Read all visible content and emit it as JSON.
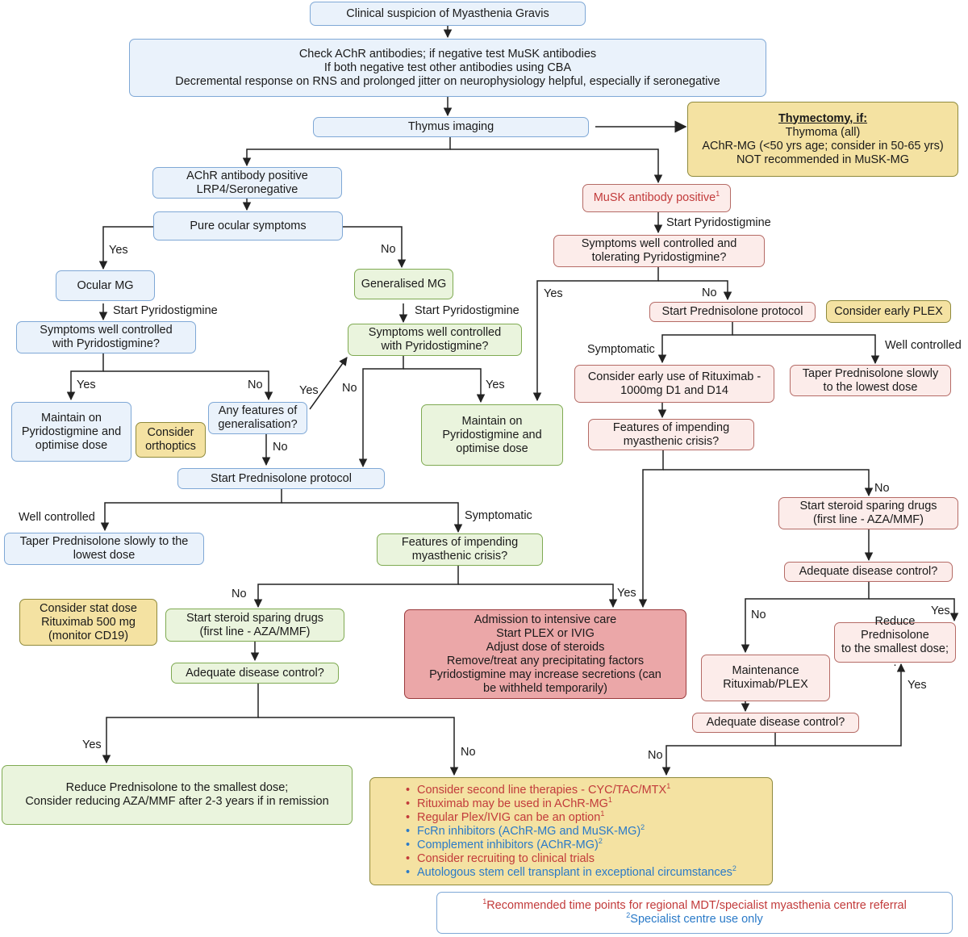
{
  "title_box": "Clinical suspicion of Myasthenia Gravis",
  "antibody_box": {
    "line1": "Check AChR antibodies; if negative test MuSK antibodies",
    "line2": "If both negative test other antibodies using CBA",
    "line3": "Decremental response on RNS and prolonged jitter on neurophysiology helpful, especially if seronegative"
  },
  "thymus_imaging": "Thymus imaging",
  "thymectomy": {
    "heading": "Thymectomy, if:",
    "line1": "Thymoma (all)",
    "line2": "AChR-MG (<50 yrs age; consider in 50-65 yrs)",
    "line3": "NOT recommended in MuSK-MG"
  },
  "left": {
    "achr_box": {
      "line1": "AChR antibody positive",
      "line2": "LRP4/Seronegative"
    },
    "pure_ocular": "Pure ocular symptoms",
    "yes1": "Yes",
    "no1": "No",
    "ocular_mg": "Ocular MG",
    "start_pyr_1": "Start Pyridostigmine",
    "sym_ctrl_1": {
      "line1": "Symptoms well controlled",
      "line2": "with Pyridostigmine?"
    },
    "yes2": "Yes",
    "no2": "No",
    "maintain_1": {
      "line1": "Maintain on",
      "line2": "Pyridostigmine and",
      "line3": "optimise dose"
    },
    "orthoptics": {
      "line1": "Consider",
      "line2": "orthoptics"
    },
    "features_gen": {
      "line1": "Any features of",
      "line2": "generalisation?"
    },
    "yes3": "Yes",
    "no3": "No",
    "generalised_mg": "Generalised MG",
    "start_pyr_2": "Start Pyridostigmine",
    "sym_ctrl_2": {
      "line1": "Symptoms well controlled",
      "line2": "with Pyridostigmine?"
    },
    "no4": "No",
    "yes4": "Yes",
    "maintain_2": {
      "line1": "Maintain on",
      "line2": "Pyridostigmine and",
      "line3": "optimise dose"
    },
    "start_pred": "Start Prednisolone protocol",
    "well_controlled": "Well controlled",
    "symptomatic": "Symptomatic",
    "taper": {
      "line1": "Taper Prednisolone slowly to the",
      "line2": "lowest dose"
    },
    "impending": {
      "line1": "Features of impending",
      "line2": "myasthenic crisis?"
    },
    "stat_dose": {
      "line1": "Consider stat dose",
      "line2": "Rituximab 500 mg",
      "line3": "(monitor CD19)"
    },
    "no5": "No",
    "yes5": "Yes",
    "steroid_sparing": {
      "line1": "Start steroid sparing drugs",
      "line2": "(first line - AZA/MMF)"
    },
    "adequate": "Adequate disease control?",
    "yes6": "Yes",
    "no6": "No",
    "reduce_pred": {
      "line1": "Reduce Prednisolone to the smallest dose;",
      "line2": "Consider reducing AZA/MMF after 2-3 years if in remission"
    }
  },
  "icu": {
    "line1": "Admission to intensive care",
    "line2": "Start PLEX or IVIG",
    "line3": "Adjust dose of steroids",
    "line4": "Remove/treat any  precipitating factors",
    "line5": "Pyridostigmine may increase secretions (can",
    "line6": "be withheld temporarily)"
  },
  "right": {
    "musk": "MuSK antibody positive",
    "musk_sup": "1",
    "start_pyr": "Start Pyridostigmine",
    "sym_ctrl": {
      "line1": "Symptoms well controlled and",
      "line2": "tolerating Pyridostigmine?"
    },
    "yes1": "Yes",
    "no1": "No",
    "start_pred": "Start Prednisolone protocol",
    "early_plex": "Consider early PLEX",
    "symptomatic": "Symptomatic",
    "well_controlled": "Well controlled",
    "rituximab": {
      "line1": "Consider early use of Rituximab -",
      "line2": "1000mg D1 and D14"
    },
    "taper": {
      "line1": "Taper Prednisolone slowly",
      "line2": "to the lowest dose"
    },
    "impending": {
      "line1": "Features of impending",
      "line2": "myasthenic crisis?"
    },
    "no2": "No",
    "steroid_sparing": {
      "line1": "Start steroid sparing drugs",
      "line2": "(first line - AZA/MMF)"
    },
    "adequate1": "Adequate disease control?",
    "no3": "No",
    "yes3": "Yes",
    "maintenance": {
      "line1": "Maintenance",
      "line2": "Rituximab/PLEX"
    },
    "reduce_pred": {
      "line1": "Reduce Prednisolone",
      "line2": "to the smallest dose; ."
    },
    "adequate2": "Adequate disease control?",
    "yes4": "Yes",
    "no4": "No"
  },
  "second_line": {
    "items": [
      {
        "text": "Consider second line therapies - CYC/TAC/MTX",
        "sup": "1",
        "color": "red"
      },
      {
        "text": "Rituximab may be used in AChR-MG",
        "sup": "1",
        "color": "red"
      },
      {
        "text": "Regular Plex/IVIG can be an option",
        "sup": "1",
        "color": "red"
      },
      {
        "text": "FcRn inhibitors (AChR-MG and MuSK-MG)",
        "sup": "2",
        "color": "blue"
      },
      {
        "text": "Complement inhibitors (AChR-MG)",
        "sup": "2",
        "color": "blue"
      },
      {
        "text": "Consider recruiting to clinical trials",
        "sup": "",
        "color": "red"
      },
      {
        "text": "Autologous stem cell transplant in exceptional circumstances",
        "sup": "2",
        "color": "blue"
      }
    ]
  },
  "legend": {
    "sup1": "1",
    "line1": "Recommended time points for regional MDT/specialist myasthenia centre referral",
    "sup2": "2",
    "line2": "Specialist centre use only"
  },
  "colors": {
    "blue_fill": "#eaf2fb",
    "green_fill": "#eaf4dd",
    "pink_fill": "#fcecea",
    "yellow_fill": "#f4e2a2",
    "icu_fill": "#eba7a8",
    "red_text": "#c23b3b",
    "blue_text": "#2a7ac8"
  }
}
